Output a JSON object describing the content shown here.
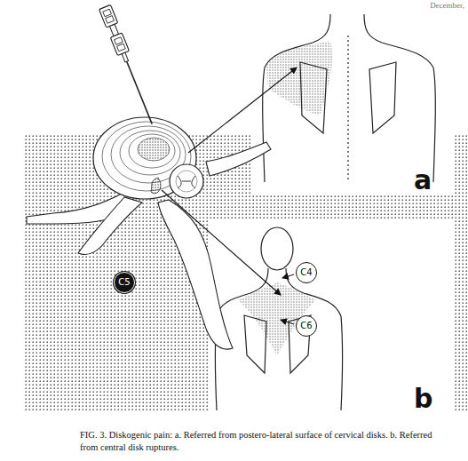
{
  "diagram": {
    "caption": "FIG. 3. Diskogenic pain: a. Referred from postero-lateral surface of cervical disks. b. Referred from central disk ruptures.",
    "nodes": [
      {
        "text": [
          "C4"
        ]
      },
      {
        "text": [
          "C5"
        ]
      },
      {
        "text": [
          "C6"
        ]
      }
    ],
    "labels": [
      "December,",
      "a",
      "b"
    ]
  }
}
